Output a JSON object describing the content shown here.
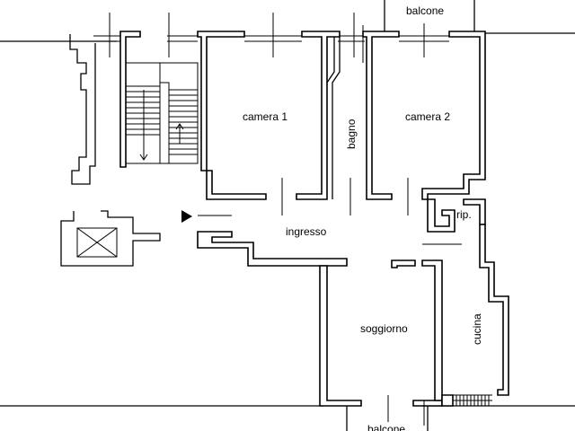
{
  "rooms": {
    "camera1": "camera 1",
    "bagno": "bagno",
    "camera2": "camera 2",
    "rip": "rip.",
    "ingresso": "ingresso",
    "soggiorno": "soggiorno",
    "cucina": "cucina"
  },
  "balconies": {
    "top": "balcone",
    "bottom": "balcone"
  }
}
